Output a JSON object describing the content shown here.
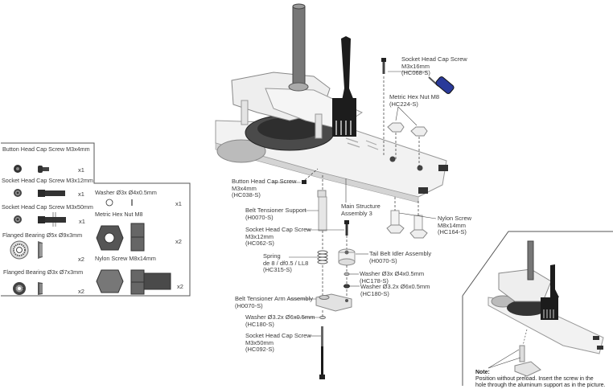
{
  "parts_list": {
    "left": [
      {
        "name": "Button Head Cap Screw M3x4mm",
        "qty": "x1"
      },
      {
        "name": "Socket Head Cap Screw M3x12mm",
        "qty": "x1"
      },
      {
        "name": "Socket Head Cap Screw M3x50mm",
        "qty": "x1"
      },
      {
        "name": "Flanged Bearing Ø5x Ø9x3mm",
        "qty": "x2"
      },
      {
        "name": "Flanged Bearing Ø3x Ø7x3mm",
        "qty": "x2"
      }
    ],
    "right": [
      {
        "name": "Washer Ø3x Ø4x0.5mm",
        "qty": "x1"
      },
      {
        "name": "Metric Hex Nut M8",
        "qty": "x2"
      },
      {
        "name": "Nylon Screw M8x14mm",
        "qty": "x2"
      }
    ]
  },
  "callouts": {
    "socket_m3x16": {
      "l1": "Socket Head Cap Screw",
      "l2": "M3x16mm",
      "l3": "(HC068-S)"
    },
    "hex_nut_m8": {
      "l1": "Metric Hex Nut M8",
      "l2": "(HC224-S)"
    },
    "button_m3x4": {
      "l1": "Button Head Cap Screw",
      "l2": "M3x4mm",
      "l3": "(HC038-S)"
    },
    "main_structure": {
      "l1": "Main Structure",
      "l2": "Assembly 3"
    },
    "nylon_screw": {
      "l1": "Nylon Screw",
      "l2": "M8x14mm",
      "l3": "(HC164-S)"
    },
    "belt_support": {
      "l1": "Belt Tensioner Support",
      "l2": "(H0070-S)"
    },
    "socket_m3x12": {
      "l1": "Socket Head Cap Screw",
      "l2": "M3x12mm",
      "l3": "(HC062-S)"
    },
    "spring": {
      "l1": "Spring",
      "l2": "de 8 / df0.5 / LL8",
      "l3": "(HC315-S)"
    },
    "tail_idler": {
      "l1": "Tail Belt Idler Assembly",
      "l2": "(H0070-S)"
    },
    "washer_3x4": {
      "l1": "Washer Ø3x Ø4x0.5mm",
      "l2": "(HC178-S)"
    },
    "washer_32x6_a": {
      "l1": "Washer Ø3.2x Ø6x0.5mm",
      "l2": "(HC180-S)"
    },
    "tensioner_arm": {
      "l1": "Belt Tensioner Arm Assembly",
      "l2": "(H0070-S)"
    },
    "washer_32x6_b": {
      "l1": "Washer Ø3.2x Ø6x0.5mm",
      "l2": "(HC180-S)"
    },
    "socket_m3x50": {
      "l1": "Socket Head Cap Screw",
      "l2": "M3x50mm",
      "l3": "(HC092-S)"
    }
  },
  "inset": {
    "note_title": "Note:",
    "note_l1": "Position without preload. Insert the screw in the",
    "note_l2": "hole through  the aluminum support as in the picture."
  },
  "colors": {
    "metal": "#e8e8e8",
    "dark_metal": "#555555",
    "black_part": "#1c1c1c",
    "threadlock_blue": "#2a3a9a",
    "line": "#444444"
  }
}
